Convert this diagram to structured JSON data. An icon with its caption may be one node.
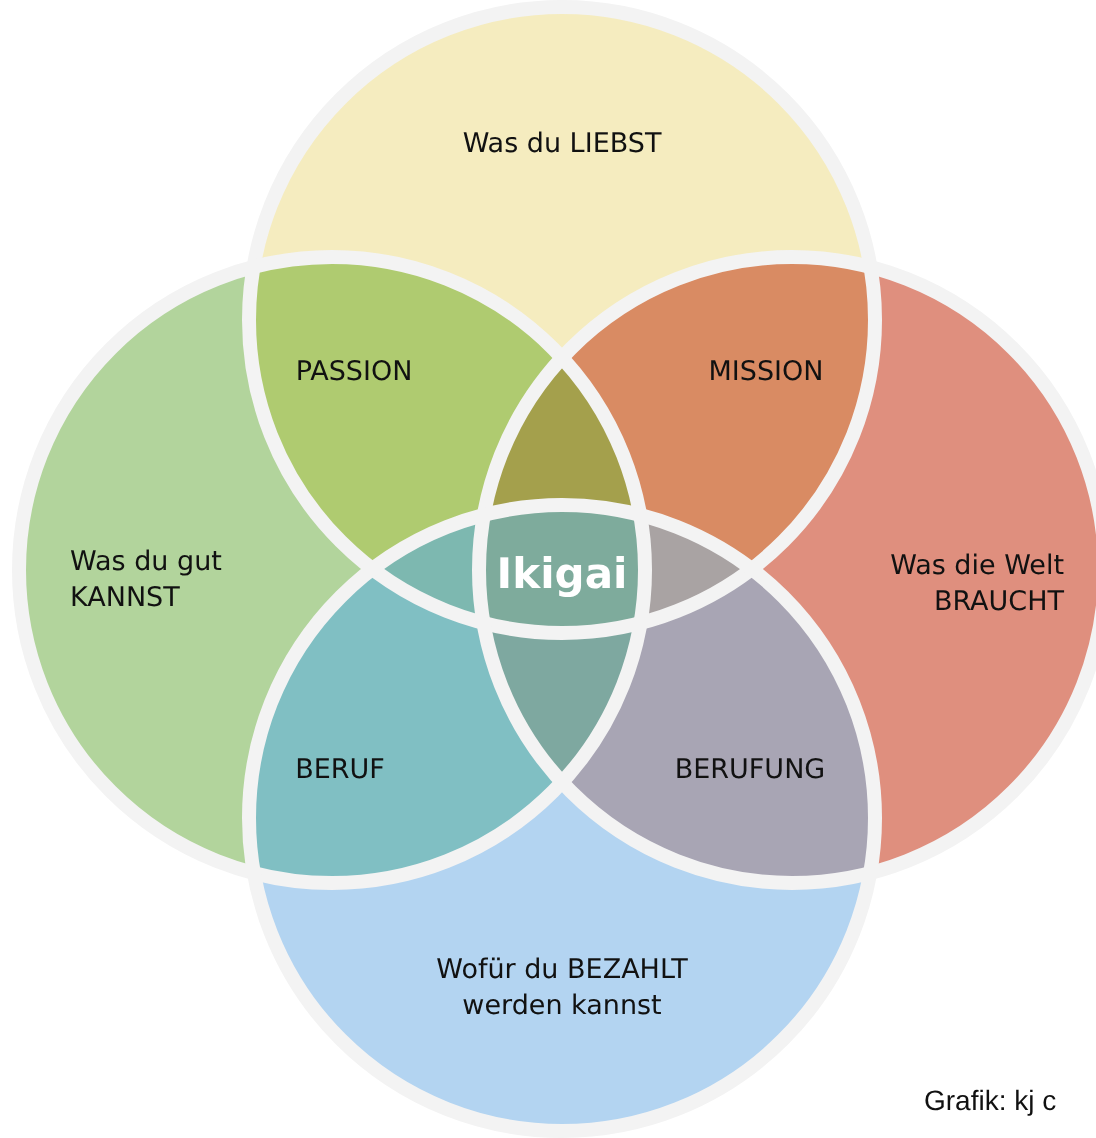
{
  "diagram": {
    "nodes": [
      {
        "text": [
          "Was du LIEBST"
        ]
      },
      {
        "text": [
          "PASSION"
        ]
      },
      {
        "text": [
          "MISSION"
        ]
      },
      {
        "text": [
          "Was du gut KANNST"
        ]
      },
      {
        "text": [
          "Ikigai"
        ]
      },
      {
        "text": [
          "Was die Welt BRAUCHT"
        ]
      },
      {
        "text": [
          "BERUF"
        ]
      },
      {
        "text": [
          "BERUFUNG"
        ]
      },
      {
        "text": [
          "Wofür du BEZAHLT werden kannst"
        ]
      }
    ],
    "labels": [
      "Grafik: kj c"
    ]
  }
}
